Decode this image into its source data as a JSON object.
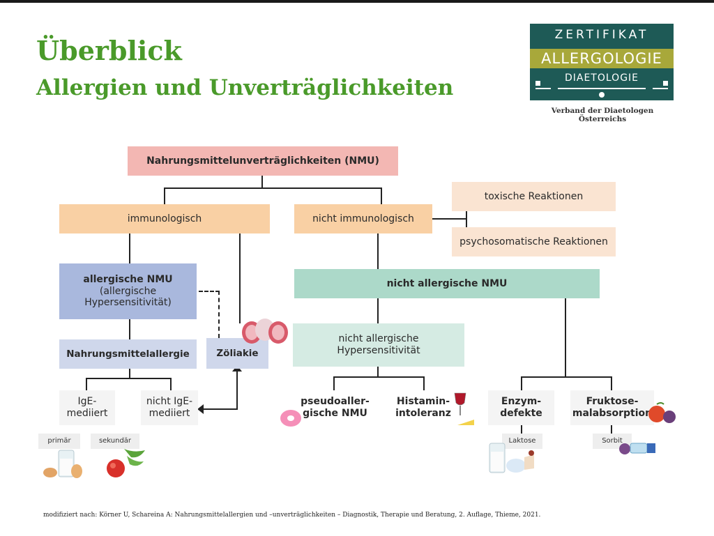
{
  "header": {
    "title_line1": "Überblick",
    "title_line2": "Allergien und Unverträglichkeiten"
  },
  "logo": {
    "line1": "ZERTIFIKAT",
    "line2": "ALLERGOLOGIE",
    "line3": "DIAETOLOGIE",
    "subtitle": "Verband der Diaetologen Österreichs",
    "colors": {
      "dark": "#1e5a56",
      "olive": "#a8a83a"
    }
  },
  "diagram": {
    "root": "Nahrungsmittelunverträglichkeiten (NMU)",
    "immunologisch": "immunologisch",
    "nicht_immunologisch": "nicht immunologisch",
    "toxisch": "toxische Reaktionen",
    "psychosomatisch": "psychosomatische Reaktionen",
    "allergische_nmu": {
      "title": "allergische NMU",
      "sub1": "(allergische",
      "sub2": "Hypersensitivität)"
    },
    "nahrungsmittelallergie": "Nahrungsmittelallergie",
    "zoeliakie": "Zöliakie",
    "ige": {
      "line1": "IgE-",
      "line2": "mediiert"
    },
    "nicht_ige": {
      "line1": "nicht IgE-",
      "line2": "mediiert"
    },
    "primaer": "primär",
    "sekundaer": "sekundär",
    "nicht_allergische_nmu": "nicht allergische NMU",
    "nicht_allergische_hyper": {
      "line1": "nicht allergische",
      "line2": "Hypersensitivität"
    },
    "pseudo": {
      "line1": "pseudoaller-",
      "line2": "gische NMU"
    },
    "histamin": {
      "line1": "Histamin-",
      "line2": "intoleranz"
    },
    "enzym": {
      "line1": "Enzym-",
      "line2": "defekte"
    },
    "fruktose": {
      "line1": "Fruktose-",
      "line2": "malabsorption"
    },
    "laktose": "Laktose",
    "sorbit": "Sorbit"
  },
  "icons": [
    "intestine-icon",
    "eggs-milk-icon",
    "apple-birch-icon",
    "donut-icon",
    "wine-cheese-icon",
    "milk-icon",
    "fruit-icon",
    "pills-icon"
  ],
  "footer": "modifiziert nach: Körner U, Schareina A: Nahrungsmittelallergien und –unverträglichkeiten – Diagnostik, Therapie und Beratung, 2. Auflage, Thieme, 2021."
}
